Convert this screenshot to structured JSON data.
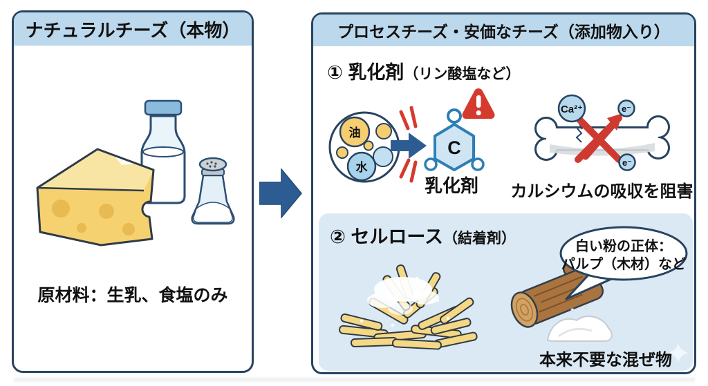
{
  "left_panel": {
    "title": "ナチュラルチーズ（本物）",
    "caption": "原材料：生乳、食塩のみ"
  },
  "right_panel": {
    "title": "プロセスチーズ・安価なチーズ（添加物入り）",
    "section1": {
      "heading_main": "① 乳化剤",
      "heading_sub": "（リン酸塩など）",
      "oil_label": "油",
      "water_label": "水",
      "carbon_label": "C",
      "emulsifier_label": "乳化剤",
      "calcium_label": "Ca²⁺",
      "electron_label": "e⁻",
      "result_caption": "カルシウムの吸収を阻害"
    },
    "section2": {
      "heading_main": "② セルロース",
      "heading_sub": "（結着剤）",
      "bubble_line1": "白い粉の正体：",
      "bubble_line2": "パルプ（木材）など",
      "caption": "本来不要な混ぜ物"
    }
  },
  "icons": {
    "cheese": "cheese-wedge-icon",
    "milk": "milk-bottle-icon",
    "salt": "salt-shaker-icon",
    "transform_arrow": "right-arrow-icon",
    "oil_water_mix": "oil-water-circle-icon",
    "emulsifier_molecule": "molecule-icon",
    "warning": "warning-triangle-icon",
    "bone": "bone-icon",
    "blocked": "red-cross-icon",
    "shredded_cheese": "shredded-cheese-icon",
    "wood_log": "wood-log-icon",
    "white_powder": "white-powder-icon",
    "bubble": "speech-bubble"
  },
  "colors": {
    "panel_border": "#27435f",
    "header_bg": "#bcd8ec",
    "subpanel_bg": "#dbe9f4",
    "arrow_blue": "#2d5c93",
    "warning_red": "#d53a2f",
    "oil_yellow": "#f6ce70",
    "water_blue": "#a9d2eb",
    "molecule_blue": "#cfe5f3",
    "cheese_yellow": "#f6d170"
  }
}
